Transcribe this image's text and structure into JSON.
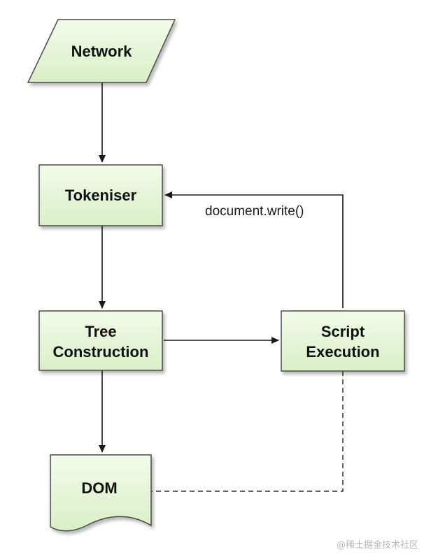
{
  "nodes": {
    "network": {
      "label": "Network"
    },
    "tokeniser": {
      "label": "Tokeniser"
    },
    "tree_construction": {
      "line1": "Tree",
      "line2": "Construction"
    },
    "script_execution": {
      "line1": "Script",
      "line2": "Execution"
    },
    "dom": {
      "label": "DOM"
    }
  },
  "edges": {
    "script_to_tokeniser_label": "document.write()"
  },
  "watermark": "@稀土掘金技术社区",
  "colors": {
    "node_fill_top": "#f3fbe9",
    "node_fill_bottom": "#d9efc6",
    "node_stroke": "#4a4a4a",
    "arrow": "#1a1a1a"
  }
}
